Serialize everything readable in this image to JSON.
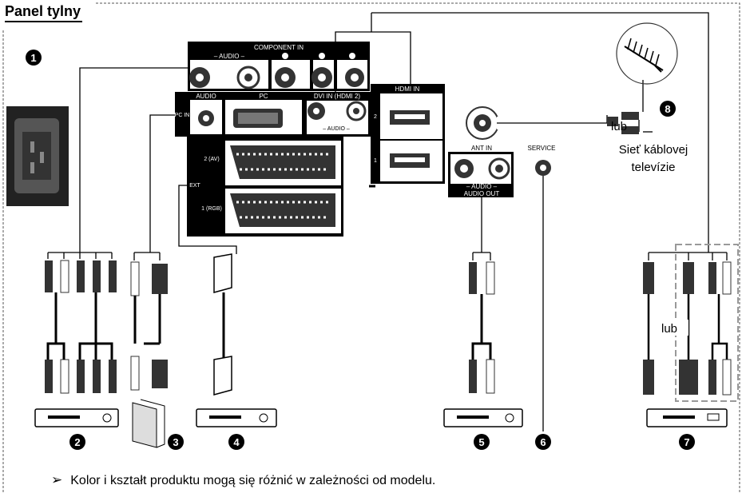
{
  "page": {
    "title": "Panel tylny"
  },
  "panel": {
    "component_in": "COMPONENT IN",
    "component_audio": "– AUDIO –",
    "audio": "AUDIO",
    "pc": "PC",
    "pc_in": "PC IN",
    "dvi_in": "DVI IN (HDMI 2)",
    "dvi_audio": "– AUDIO –",
    "hdmi_in": "HDMI IN",
    "hdmi_2": "2",
    "hdmi_1": "1",
    "ext": "EXT",
    "ext_av": "2 (AV)",
    "ext_rgb": "1 (RGB)",
    "ant_in": "ANT IN",
    "audio_out_label": "– AUDIO –",
    "audio_out": "AUDIO OUT",
    "service": "SERVICE"
  },
  "labels": {
    "lub_antenna": "lub",
    "cable_tv_line1": "Sieť káblovej",
    "cable_tv_line2": "televízie",
    "lub_hdmi": "lub"
  },
  "callouts": [
    "1",
    "2",
    "3",
    "4",
    "5",
    "6",
    "7",
    "8"
  ],
  "note": "Kolor i kształt produktu mogą się różnić w zależności od modelu."
}
